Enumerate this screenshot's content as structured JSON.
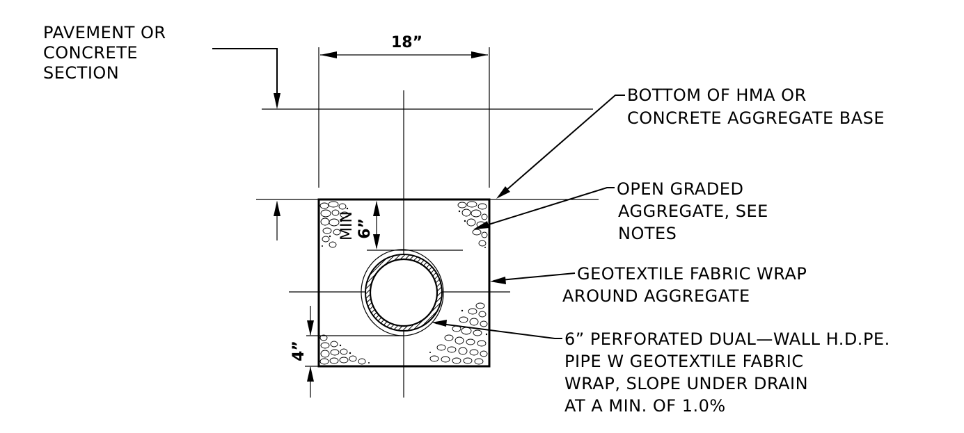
{
  "labels": {
    "pavement": [
      "PAVEMENT  OR",
      "CONCRETE",
      "SECTION"
    ],
    "bottom_hma": [
      "BOTTOM  OF  HMA  OR",
      "CONCRETE  AGGREGATE  BASE"
    ],
    "open_graded": [
      "OPEN  GRADED",
      "AGGREGATE,  SEE",
      "NOTES"
    ],
    "geotextile": [
      "GEOTEXTILE  FABRIC  WRAP",
      "AROUND  AGGREGATE"
    ],
    "pipe": [
      "6”  PERFORATED  DUAL—WALL  H.D.PE.",
      "PIPE  W  GEOTEXTILE  FABRIC",
      "WRAP,  SLOPE  UNDER  DRAIN",
      "AT  A  MIN.  OF  1.0%"
    ]
  },
  "dimensions": {
    "width": "18”",
    "cover_value": "6”",
    "cover_suffix": "MIN",
    "bedding": "4”"
  }
}
